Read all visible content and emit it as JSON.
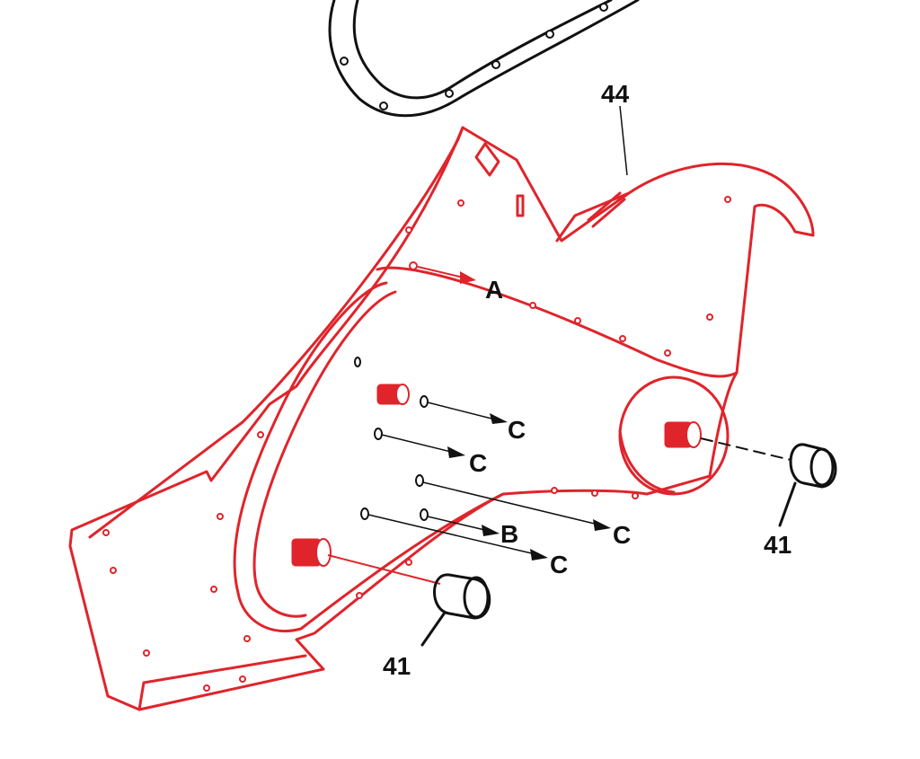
{
  "diagram": {
    "part_labels": {
      "cover": "44",
      "bearing_right": "41",
      "bearing_left": "41"
    },
    "callouts": {
      "a": "A",
      "b": "B",
      "c1": "C",
      "c2": "C",
      "c3": "C",
      "c4": "C"
    },
    "colors": {
      "housing": "#e0242b",
      "ink": "#111111"
    }
  }
}
